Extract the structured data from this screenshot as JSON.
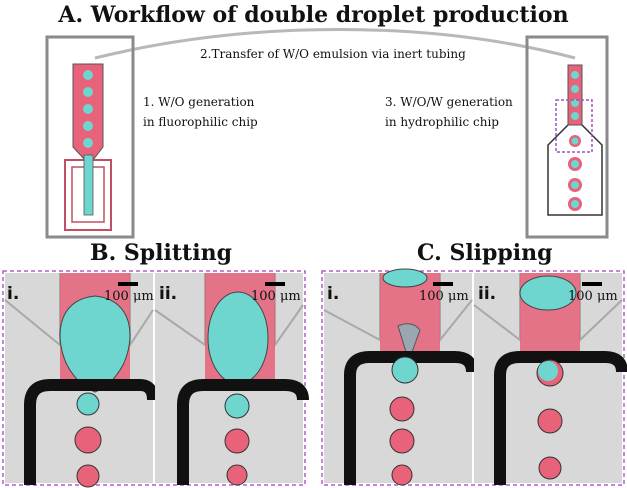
{
  "panel_a": {
    "title": "A. Workflow of double droplet production",
    "transfer_label": "2.Transfer of W/O emulsion via inert tubing",
    "step1_line1": "1. W/O generation",
    "step1_line2": "in fluorophilic chip",
    "step3_line1": "3. W/O/W generation",
    "step3_line2": "in hydrophilic chip"
  },
  "panel_b": {
    "title": "B. Splitting",
    "left_label": "i.",
    "right_label": "ii.",
    "scale_label": "100 μm"
  },
  "panel_c": {
    "title": "C. Slipping",
    "left_label": "i.",
    "right_label": "ii.",
    "scale_label": "100 μm"
  },
  "colors": {
    "water_droplet": "#6ed6cf",
    "oil_phase": "#e8627a",
    "chip_border": "#808080",
    "dashed_frame": "#b05fc8"
  }
}
